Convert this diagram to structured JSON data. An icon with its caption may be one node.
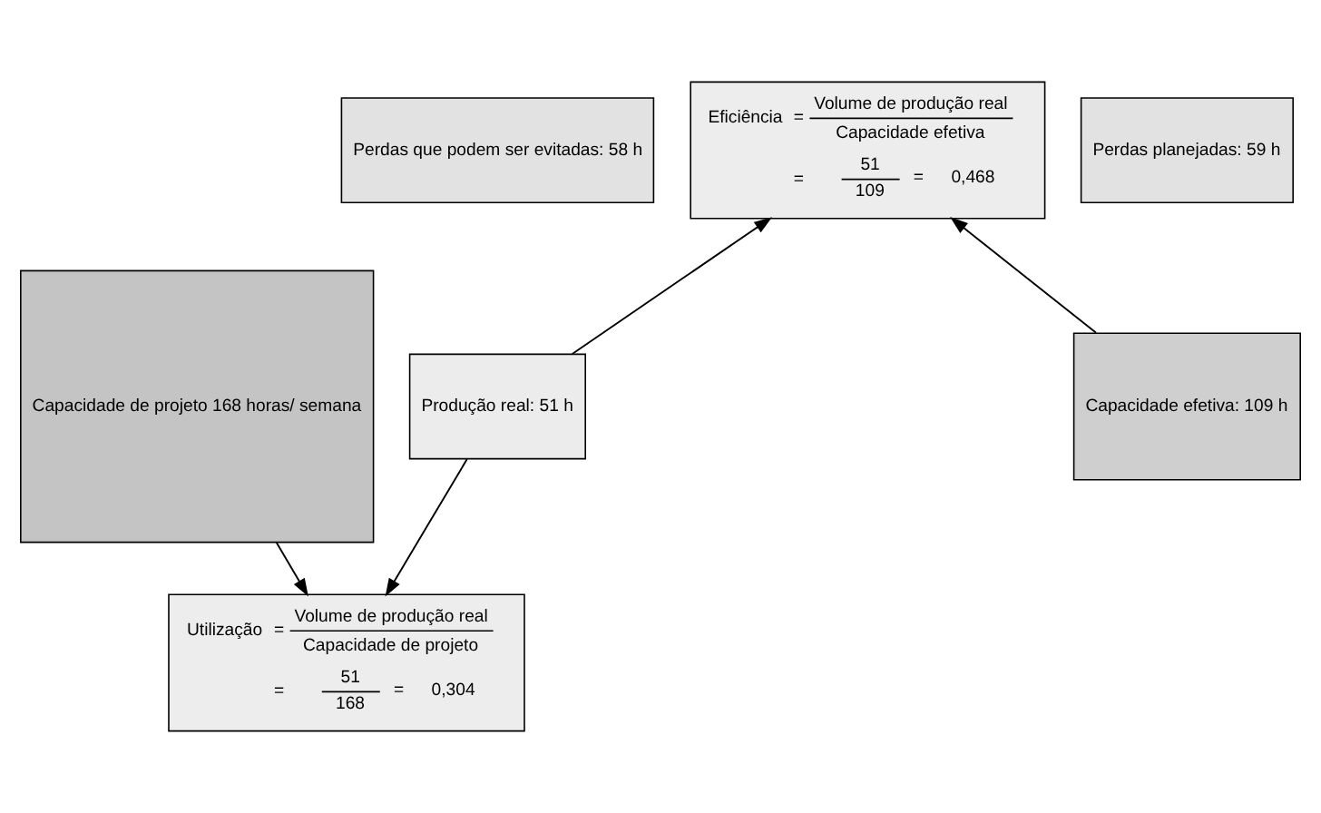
{
  "diagram": {
    "nodes": [
      {
        "text": [
          "Capacidade de projeto 168 horas/ semana"
        ]
      },
      {
        "text": [
          "Perdas planejadas: 59 h"
        ]
      },
      {
        "text": [
          "Capacidade efetiva: 109 h"
        ]
      },
      {
        "text": [
          "Perdas que podem ser evitadas: 58 h"
        ]
      },
      {
        "text": [
          "Produção real: 51 h"
        ]
      },
      {
        "text": [
          "Eficiência",
          "=",
          "Volume de produção real",
          "Capacidade efetiva",
          "=",
          "51",
          "109",
          "=",
          "0,468"
        ]
      },
      {
        "text": [
          "Utilização",
          "=",
          "Volume de produção real",
          "Capacidade de projeto",
          "=",
          "51",
          "168",
          "=",
          "0,304"
        ]
      }
    ],
    "edges": [
      {
        "from": 2,
        "to": 5,
        "arrow": "to"
      },
      {
        "from": 4,
        "to": 5,
        "arrow": "to"
      },
      {
        "from": 0,
        "to": 6,
        "arrow": "to"
      },
      {
        "from": 4,
        "to": 6,
        "arrow": "to"
      }
    ]
  }
}
